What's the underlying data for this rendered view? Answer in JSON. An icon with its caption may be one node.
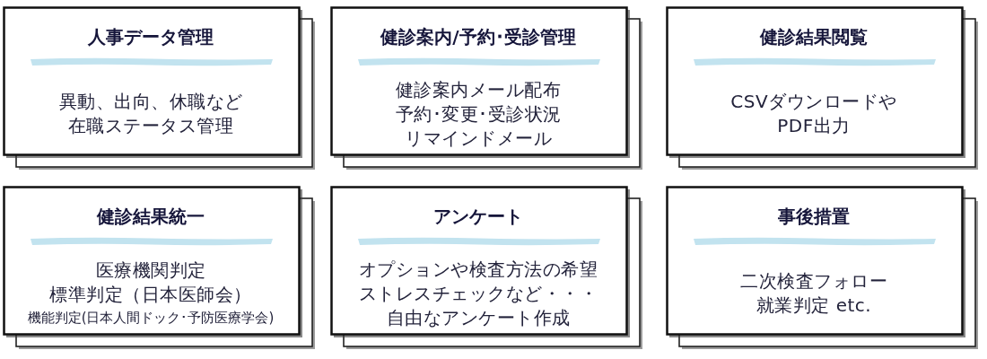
{
  "diagram": {
    "nodes": [
      {
        "text": [
          "人事データ管理",
          "異動、出向、休職など在職ステータス管理"
        ]
      },
      {
        "text": [
          "健診案内/予約･受診管理",
          "健診案内メール配布",
          "予約･変更･受診状況",
          "リマインドメール"
        ]
      },
      {
        "text": [
          "健診結果閲覧",
          "CSVダウンロードやPDF出力"
        ]
      },
      {
        "text": [
          "健診結果統一",
          "医療機関判定",
          "標準判定（日本医師会）",
          "機能判定(日本人間ドック･予防医療学会)"
        ]
      },
      {
        "text": [
          "アンケート",
          "オプションや検査方法の希望",
          "ストレスチェックなど・・・",
          "自由なアンケート作成"
        ]
      },
      {
        "text": [
          "事後措置",
          "二次検査フォロー",
          "就業判定 etc."
        ]
      }
    ]
  }
}
